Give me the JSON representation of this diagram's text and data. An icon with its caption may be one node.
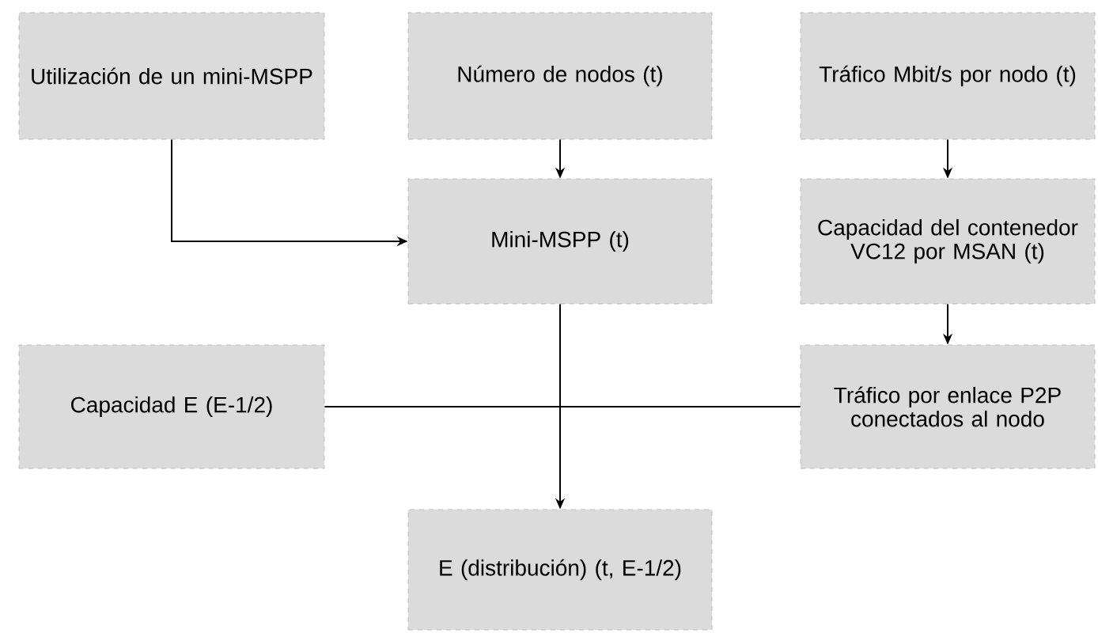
{
  "diagram": {
    "nodes": [
      {
        "text": [
          "Utilización de un mini-MSPP"
        ]
      },
      {
        "text": [
          "Número de nodos (t)"
        ]
      },
      {
        "text": [
          "Tráfico Mbit/s por nodo (t)"
        ]
      },
      {
        "text": [
          "Mini-MSPP (t)"
        ]
      },
      {
        "text": [
          "Capacidad del contenedor VC12 por MSAN (t)"
        ]
      },
      {
        "text": [
          "Capacidad E (E-1/2)"
        ]
      },
      {
        "text": [
          "Tráfico por enlace P2P conectados al nodo"
        ]
      },
      {
        "text": [
          "E (distribución) (t, E-1/2)"
        ]
      }
    ],
    "edges": [
      {
        "from": 0,
        "to": 3,
        "arrow": "to"
      },
      {
        "from": 1,
        "to": 3,
        "arrow": "to"
      },
      {
        "from": 2,
        "to": 4,
        "arrow": "to"
      },
      {
        "from": 4,
        "to": 6,
        "arrow": "to"
      },
      {
        "from": 3,
        "to": 7,
        "arrow": "to"
      },
      {
        "from": 5,
        "to": 6,
        "arrow": "none"
      }
    ]
  }
}
